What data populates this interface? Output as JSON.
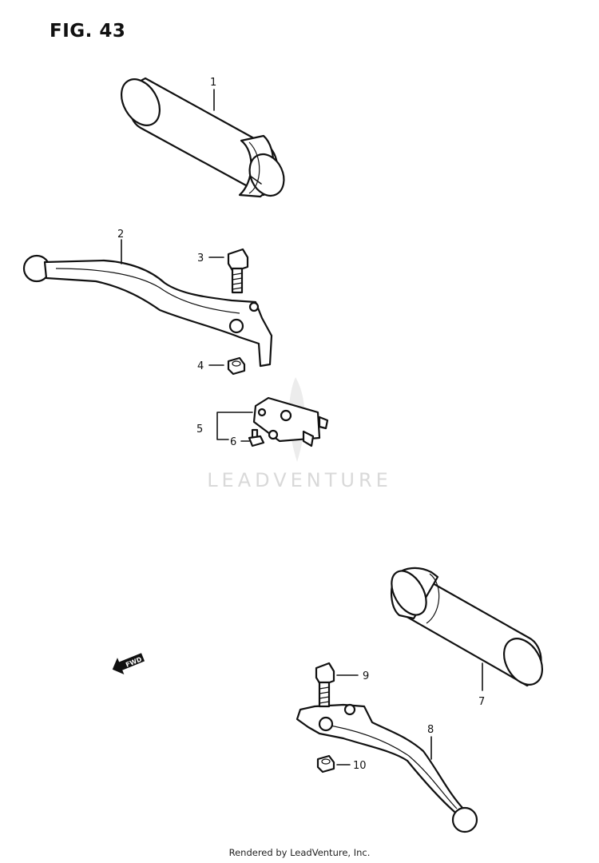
{
  "figure": {
    "title": "FIG. 43"
  },
  "watermark": {
    "text": "LEADVENTURE"
  },
  "footer": {
    "text": "Rendered by LeadVenture, Inc."
  },
  "fwd_marker": {
    "label": "FWD"
  },
  "callouts": {
    "p1": "1",
    "p2": "2",
    "p3": "3",
    "p4": "4",
    "p5": "5",
    "p6": "6",
    "p7": "7",
    "p8": "8",
    "p9": "9",
    "p10": "10"
  },
  "icons": [
    "grip-icon",
    "lever-icon",
    "bolt-icon",
    "nut-icon",
    "switch-icon",
    "screw-icon",
    "fwd-arrow-icon"
  ]
}
